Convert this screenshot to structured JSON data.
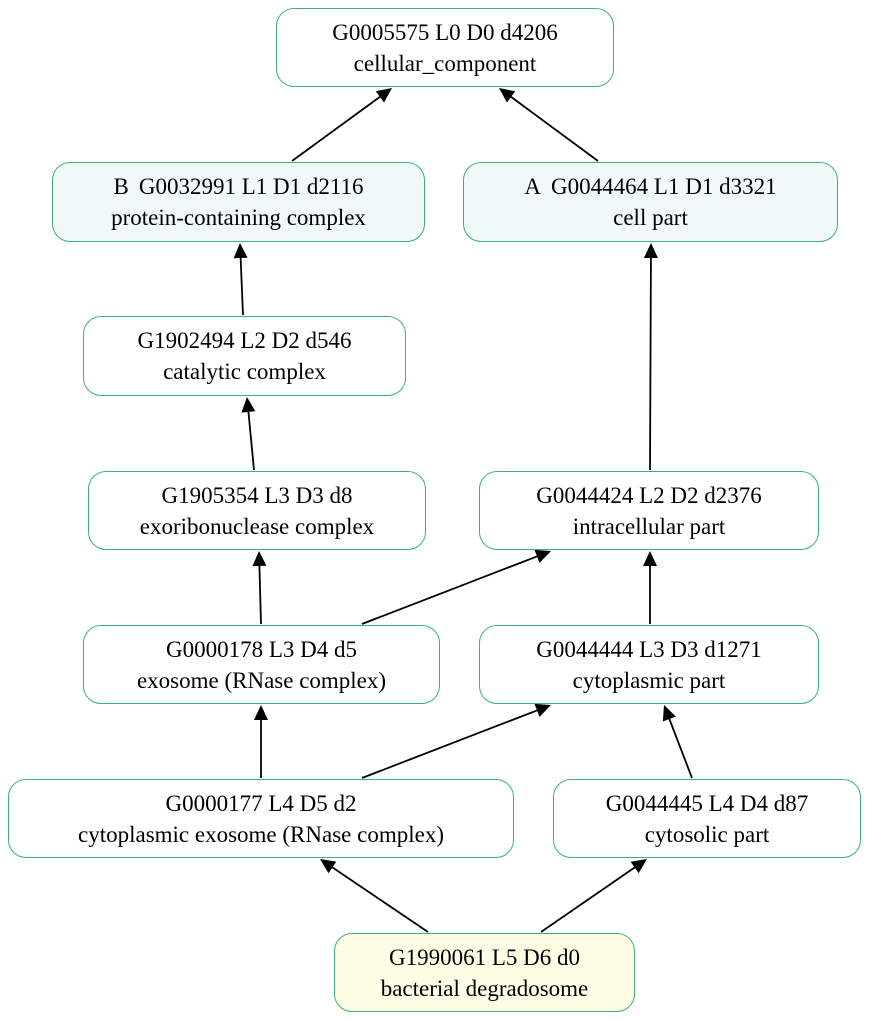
{
  "colors": {
    "border": "#3cb371",
    "fill_default": "#ffffff",
    "fill_top_level": "#f0f8fa",
    "fill_query": "#fffde6",
    "edge": "#000000"
  },
  "nodes": [
    {
      "id": "n1",
      "prefix": "",
      "code": "G0005575 L0 D0 d4206",
      "name": "cellular_component",
      "fill": "default"
    },
    {
      "id": "n2",
      "prefix": "B",
      "code": "G0032991 L1 D1 d2116",
      "name": "protein-containing complex",
      "fill": "top_level"
    },
    {
      "id": "n3",
      "prefix": "A",
      "code": "G0044464 L1 D1 d3321",
      "name": "cell part",
      "fill": "top_level"
    },
    {
      "id": "n4",
      "prefix": "",
      "code": "G1902494 L2 D2 d546",
      "name": "catalytic complex",
      "fill": "default"
    },
    {
      "id": "n5",
      "prefix": "",
      "code": "G1905354 L3 D3 d8",
      "name": "exoribonuclease complex",
      "fill": "default"
    },
    {
      "id": "n6",
      "prefix": "",
      "code": "G0044424 L2 D2 d2376",
      "name": "intracellular part",
      "fill": "default"
    },
    {
      "id": "n7",
      "prefix": "",
      "code": "G0000178 L3 D4 d5",
      "name": "exosome (RNase complex)",
      "fill": "default"
    },
    {
      "id": "n8",
      "prefix": "",
      "code": "G0044444 L3 D3 d1271",
      "name": "cytoplasmic part",
      "fill": "default"
    },
    {
      "id": "n9",
      "prefix": "",
      "code": "G0000177 L4 D5 d2",
      "name": "cytoplasmic exosome (RNase complex)",
      "fill": "default"
    },
    {
      "id": "n10",
      "prefix": "",
      "code": "G0044445 L4 D4 d87",
      "name": "cytosolic part",
      "fill": "default"
    },
    {
      "id": "n11",
      "prefix": "",
      "code": "G1990061 L5 D6 d0",
      "name": "bacterial degradosome",
      "fill": "query"
    }
  ],
  "edges": [
    {
      "from": "n2",
      "to": "n1"
    },
    {
      "from": "n3",
      "to": "n1"
    },
    {
      "from": "n4",
      "to": "n2"
    },
    {
      "from": "n5",
      "to": "n4"
    },
    {
      "from": "n6",
      "to": "n3"
    },
    {
      "from": "n7",
      "to": "n5"
    },
    {
      "from": "n7",
      "to": "n6"
    },
    {
      "from": "n8",
      "to": "n6"
    },
    {
      "from": "n9",
      "to": "n7"
    },
    {
      "from": "n9",
      "to": "n8"
    },
    {
      "from": "n10",
      "to": "n8"
    },
    {
      "from": "n11",
      "to": "n9"
    },
    {
      "from": "n11",
      "to": "n10"
    }
  ]
}
